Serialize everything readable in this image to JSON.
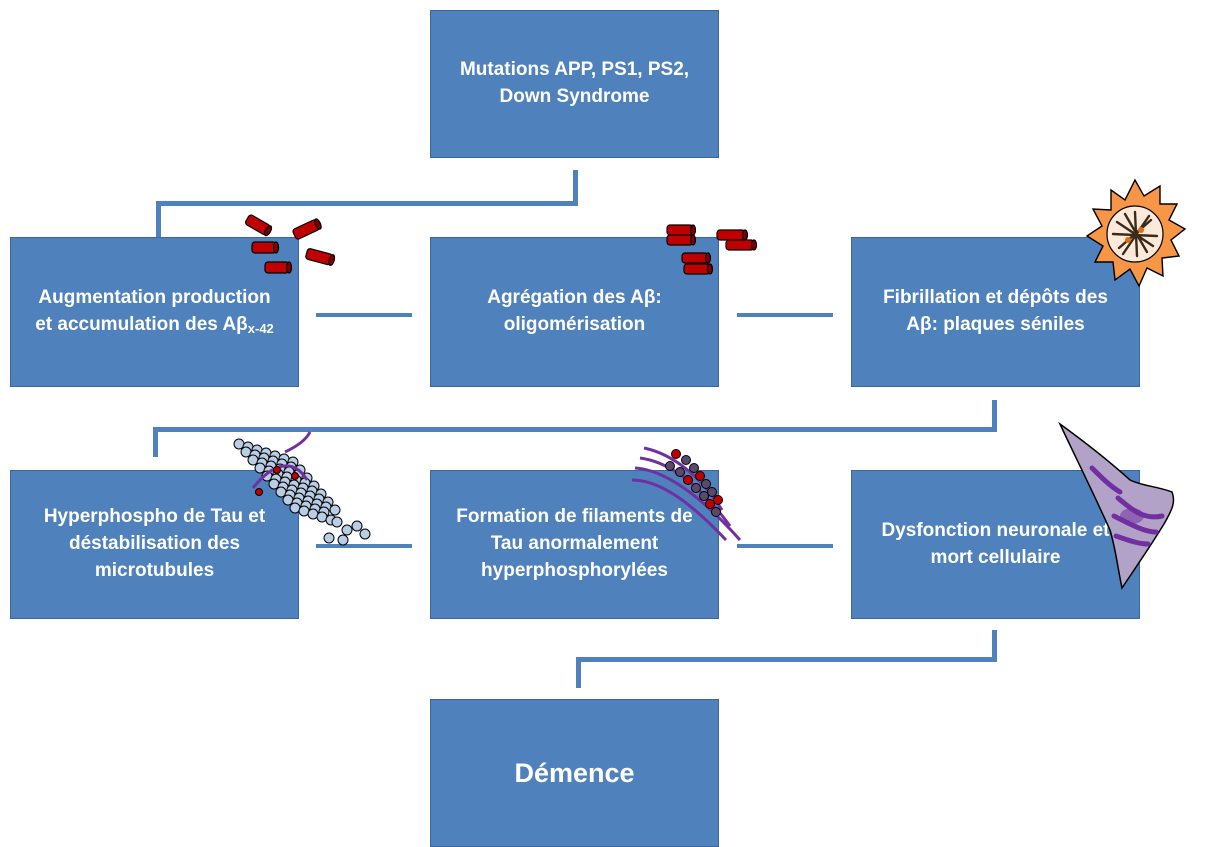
{
  "colors": {
    "box_fill": "#4f81bd",
    "box_text": "#ffffff",
    "connector": "#4f81bd",
    "amyloid_red": "#c00000",
    "tau_purple": "#7030a0",
    "plaque_orange": "#f79646",
    "microtubule_blue": "#b9cde5"
  },
  "boxes": {
    "mutations": "Mutations APP, PS1, PS2, Down Syndrome",
    "augmentation_main": "Augmentation production et accumulation des Aβ",
    "augmentation_sub": "x-42",
    "agregation": "Agrégation des Aβ: oligomérisation",
    "fibrillation": "Fibrillation et dépôts des Aβ: plaques séniles",
    "hyperphospho": "Hyperphospho de Tau et déstabilisation des microtubules",
    "formation": "Formation de filaments de Tau anormalement hyperphosphorylées",
    "dysfonction": "Dysfonction neuronale et mort cellulaire",
    "demence": "Démence"
  },
  "icons": [
    "amyloid-monomers-icon",
    "amyloid-oligomers-icon",
    "senile-plaque-icon",
    "microtubule-icon",
    "tau-filament-icon",
    "neuron-icon"
  ]
}
